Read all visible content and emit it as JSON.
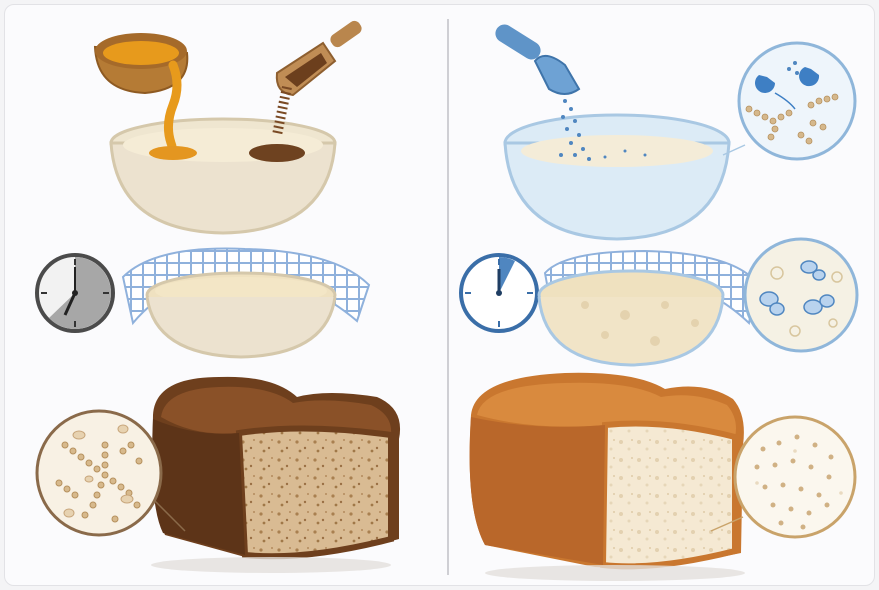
{
  "figure": {
    "panels": [
      {
        "side": "left",
        "theme": "warm-brown",
        "steps": [
          "honey-pour-into-bowl",
          "grain-scoop-into-bowl",
          "slow-rise-under-cloth",
          "dense-whole-grain-loaf"
        ],
        "clock_icon": "clock-icon-mostly-elapsed"
      },
      {
        "side": "right",
        "theme": "cool-blue",
        "steps": [
          "powder-scoop-into-bowl",
          "enzyme-breakdown-inset",
          "quick-rise-under-cloth",
          "airy-white-loaf"
        ],
        "clock_icon": "clock-icon-short-elapsed"
      }
    ],
    "colors": {
      "honey": "#e79a1c",
      "grain": "#7a4a24",
      "bowl": "#ede5d3",
      "blue_accent": "#5f94c8",
      "crust_dark": "#6e3f1d",
      "crust_light": "#c9772f",
      "crumb_dark": "#d7b790",
      "crumb_light": "#f4e7cf"
    }
  }
}
